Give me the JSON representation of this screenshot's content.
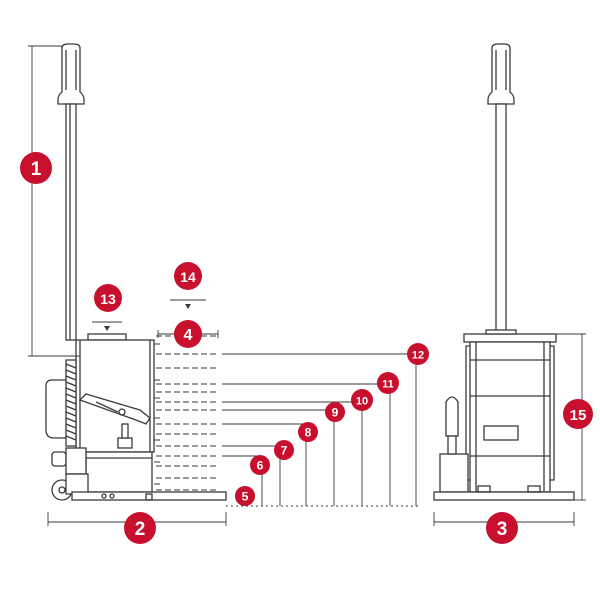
{
  "colors": {
    "line": "#3a3a3a",
    "callout": "#c8102e",
    "callout_text": "#ffffff",
    "background": "#ffffff"
  },
  "callouts": [
    {
      "id": "1",
      "label": "1"
    },
    {
      "id": "2",
      "label": "2"
    },
    {
      "id": "3",
      "label": "3"
    },
    {
      "id": "4",
      "label": "4"
    },
    {
      "id": "5",
      "label": "5"
    },
    {
      "id": "6",
      "label": "6"
    },
    {
      "id": "7",
      "label": "7"
    },
    {
      "id": "8",
      "label": "8"
    },
    {
      "id": "9",
      "label": "9"
    },
    {
      "id": "10",
      "label": "10"
    },
    {
      "id": "11",
      "label": "11"
    },
    {
      "id": "12",
      "label": "12"
    },
    {
      "id": "13",
      "label": "13"
    },
    {
      "id": "14",
      "label": "14"
    },
    {
      "id": "15",
      "label": "15"
    }
  ]
}
